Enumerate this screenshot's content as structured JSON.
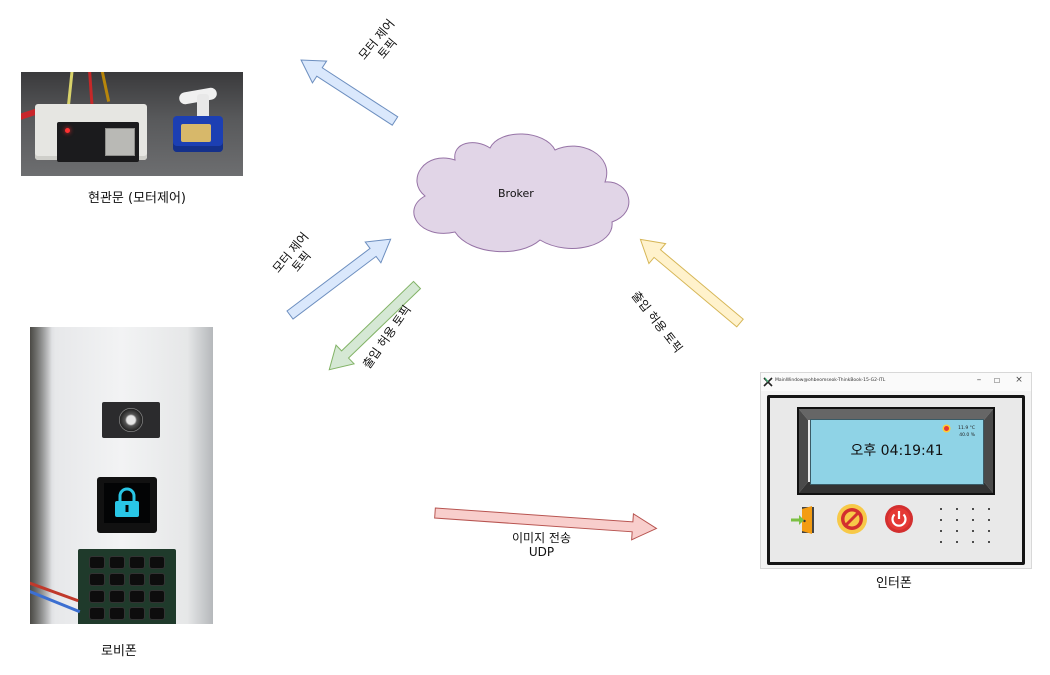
{
  "broker": {
    "label": "Broker"
  },
  "nodes": {
    "door": {
      "caption": "현관문 (모터제어)"
    },
    "lobby": {
      "caption": "로비폰"
    },
    "intercom": {
      "caption": "인터폰"
    }
  },
  "arrows": {
    "motor_to_door": {
      "line1": "모터 제어",
      "line2": "토픽",
      "color": "#dae8fc",
      "stroke": "#6c8ebf"
    },
    "motor_from_lobby": {
      "line1": "모터 제어",
      "line2": "토픽",
      "color": "#dae8fc",
      "stroke": "#6c8ebf"
    },
    "access_to_lobby": {
      "label": "출입 허용 토픽",
      "color": "#d5e8d4",
      "stroke": "#82b366"
    },
    "access_from_intercom": {
      "label": "출입 허용 토픽",
      "color": "#fff2cc",
      "stroke": "#d6b656"
    },
    "image_udp": {
      "line1": "이미지 전송",
      "line2": "UDP",
      "color": "#f8cecc",
      "stroke": "#b85450"
    }
  },
  "cloud": {
    "fill": "#e1d5e7",
    "stroke": "#9673a6"
  },
  "intercom_window": {
    "title": "MainWindow@ohbeomseok-ThinkBook-15-G2-ITL",
    "controls": {
      "minimize": "–",
      "maximize": "☐",
      "close": "×"
    },
    "clock": "오후 04:19:41",
    "temperature": "11.9 °C",
    "humidity": "40.0 %",
    "icons": [
      "door-open-icon",
      "no-entry-icon",
      "power-icon"
    ]
  }
}
